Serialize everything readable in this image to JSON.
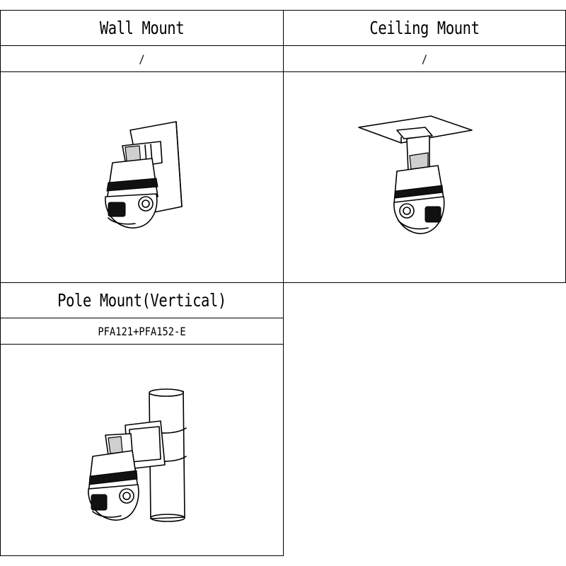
{
  "cells": [
    {
      "title": "Wall Mount",
      "model": "/"
    },
    {
      "title": "Ceiling Mount",
      "model": "/"
    },
    {
      "title": "Pole Mount(Vertical)",
      "model": "PFA121+PFA152-E"
    }
  ],
  "colors": {
    "border": "#000000",
    "background": "#ffffff"
  },
  "icons": [
    "wall-mount-camera-illustration",
    "ceiling-mount-camera-illustration",
    "pole-mount-camera-illustration"
  ]
}
